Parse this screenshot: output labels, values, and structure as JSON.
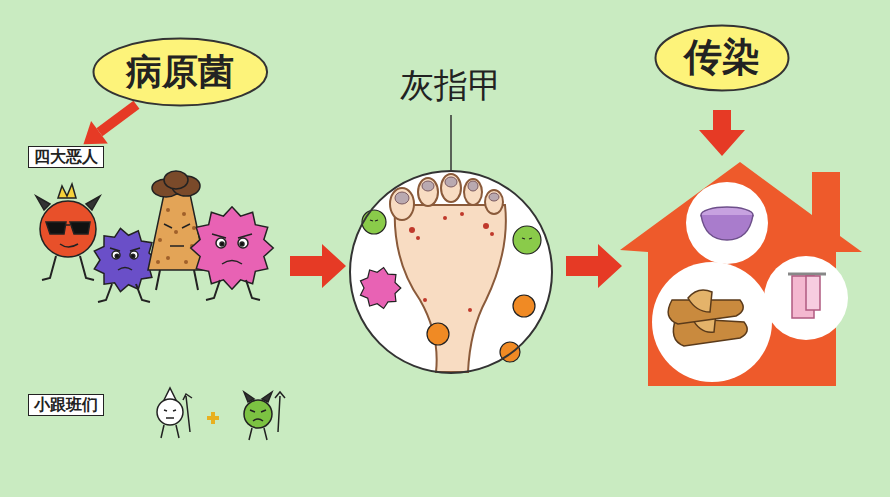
{
  "diagram": {
    "nodes": [
      {
        "text": [
          "病原菌"
        ]
      },
      {
        "text": [
          "四大恶人"
        ]
      },
      {
        "text": [
          "灰指甲"
        ]
      },
      {
        "text": [
          "小跟班们"
        ]
      },
      {
        "text": [
          "传染"
        ]
      }
    ],
    "edges": [
      {
        "from": 0,
        "to": 1,
        "arrow": "to"
      }
    ]
  }
}
